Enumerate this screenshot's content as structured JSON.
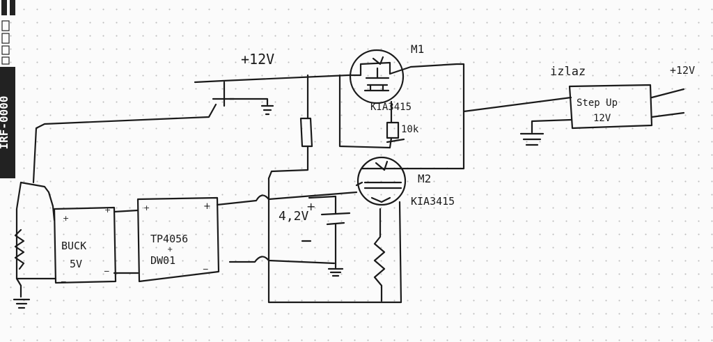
{
  "labels": {
    "supply": "+12V",
    "m1_name": "M1",
    "m1_part": "KIA3415",
    "resistor": "10k",
    "m2_name": "M2",
    "m2_part": "KIA3415",
    "output": "izlaz",
    "out_voltage": "+12V",
    "battery_voltage": "4,2V",
    "battery_plus": "+"
  },
  "blocks": {
    "buck": {
      "title": "BUCK",
      "value": "5V",
      "plus": "+",
      "minus": "_"
    },
    "charger": {
      "title": "TP4056",
      "join": "+",
      "sub": "DW01",
      "plus": "+",
      "minus": "_"
    },
    "stepup": {
      "title": "Step Up",
      "value": "12V"
    }
  },
  "logo_text": "IRF-0000"
}
